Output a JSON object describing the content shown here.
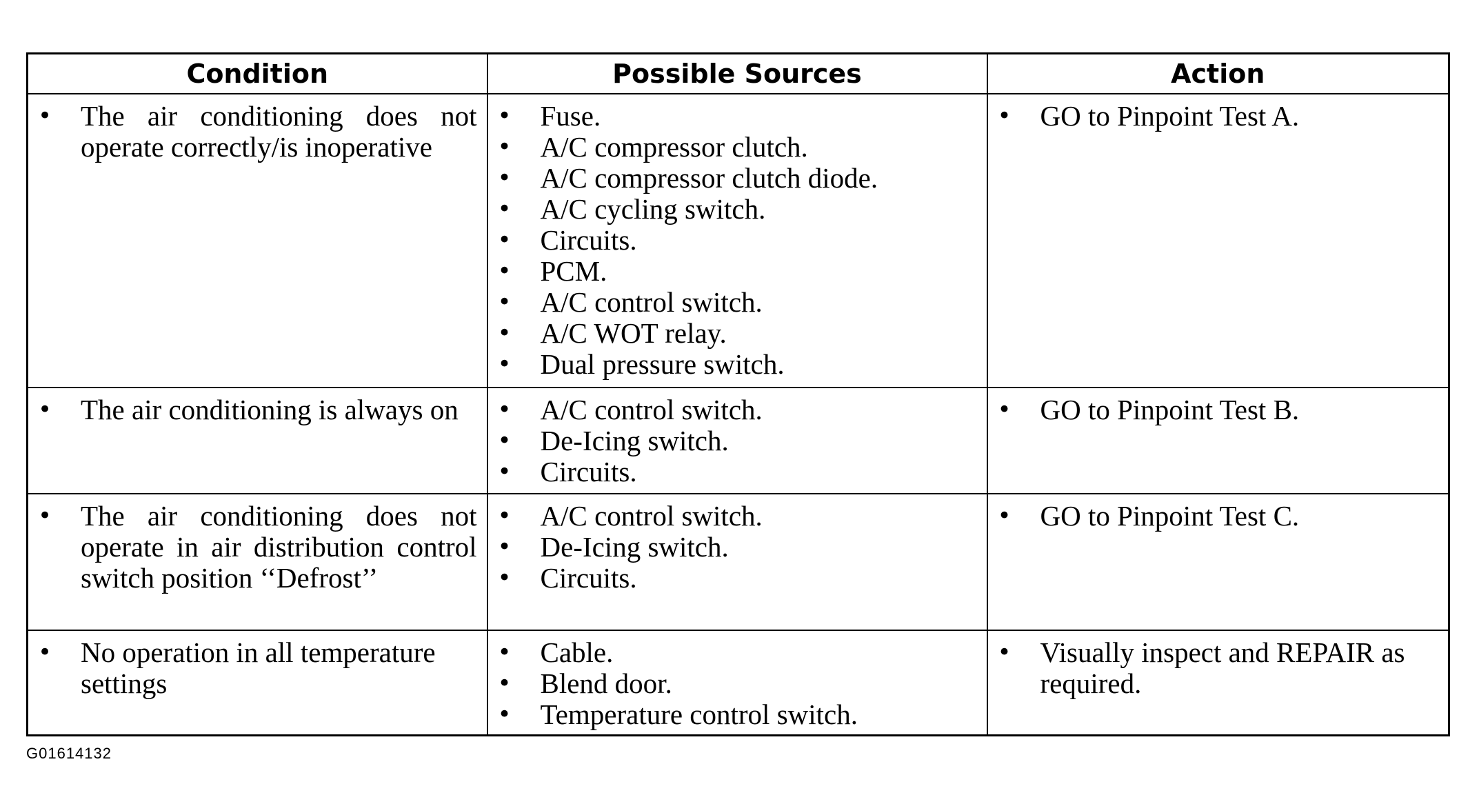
{
  "table": {
    "headers": [
      "Condition",
      "Possible Sources",
      "Action"
    ],
    "rows": [
      {
        "condition": "The air conditioning does not operate correctly/is inoperative",
        "sources": [
          "Fuse.",
          "A/C compressor clutch.",
          "A/C compressor clutch diode.",
          "A/C cycling switch.",
          "Circuits.",
          "PCM.",
          "A/C control switch.",
          "A/C WOT relay.",
          "Dual pressure switch."
        ],
        "action": "GO to Pinpoint Test A."
      },
      {
        "condition": "The air conditioning is always on",
        "sources": [
          "A/C control switch.",
          "De-Icing switch.",
          "Circuits."
        ],
        "action": "GO to Pinpoint Test B."
      },
      {
        "condition": "The air conditioning does not operate in air distribution control switch position ‘‘Defrost’’",
        "sources": [
          "A/C control switch.",
          "De-Icing switch.",
          "Circuits."
        ],
        "action": "GO to Pinpoint Test C."
      },
      {
        "condition": "No operation in all temperature settings",
        "sources": [
          "Cable.",
          "Blend door.",
          "Temperature control switch."
        ],
        "action": "Visually inspect and REPAIR as required."
      }
    ]
  },
  "bullet_glyph": "•",
  "figure_id": "G01614132"
}
